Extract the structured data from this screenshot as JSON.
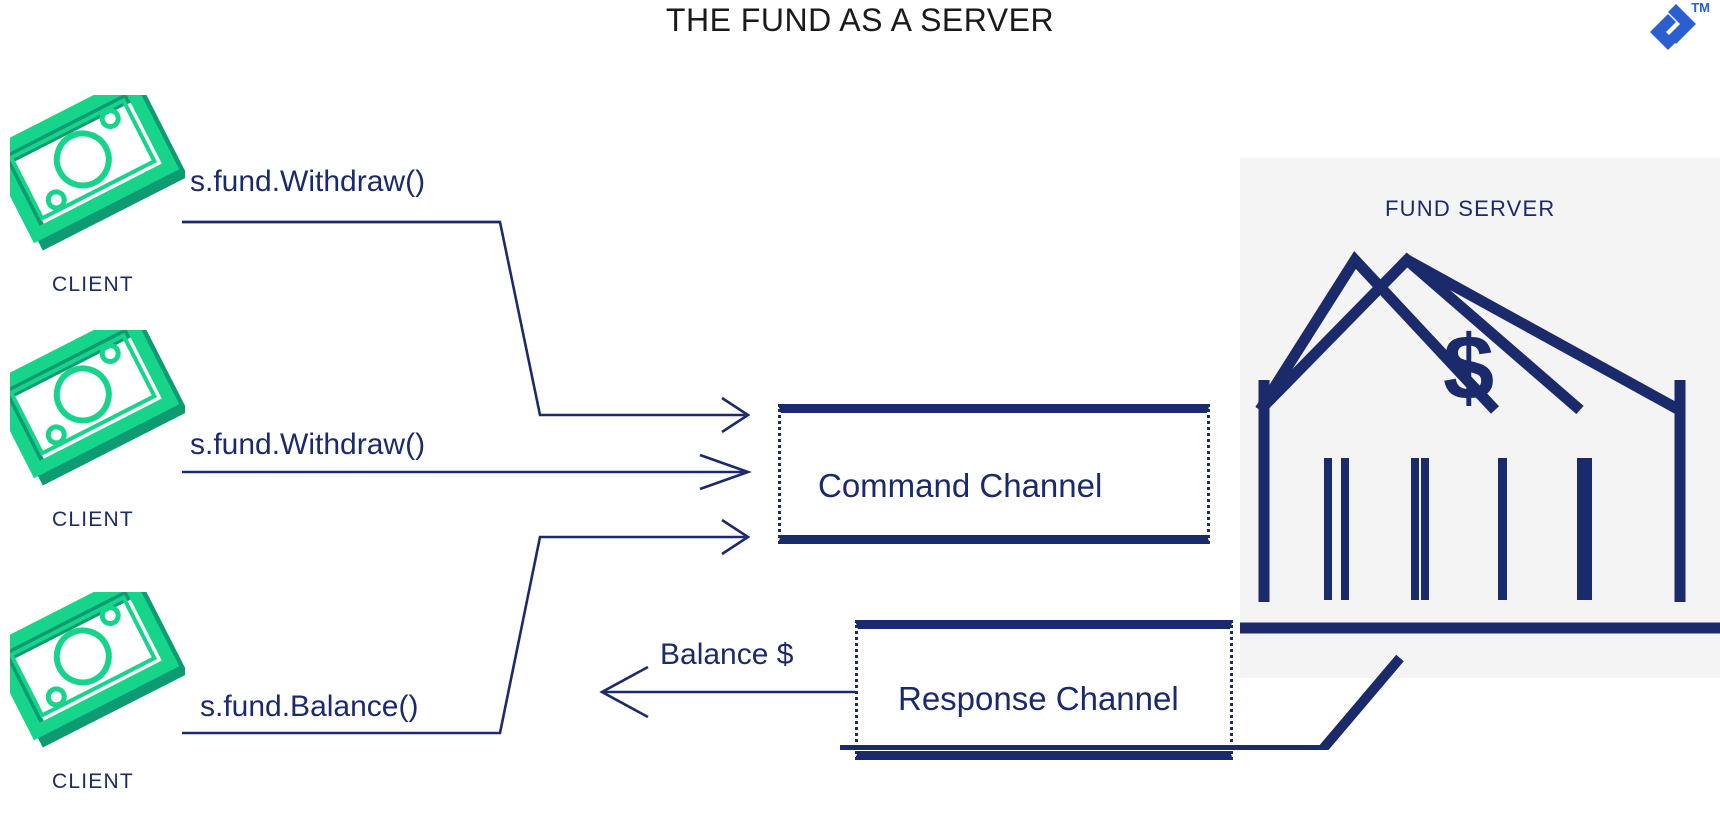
{
  "page": {
    "title": "THE FUND AS A SERVER",
    "background": "#ffffff",
    "navy": "#1b2a6b",
    "green": "#16d58a",
    "green_shadow": "#0e9b72",
    "logo_blue": "#2b5fd0",
    "panel_gray": "#f4f4f4"
  },
  "logo": {
    "trademark": "TM",
    "icon": "zerodha-style-chevron-logo"
  },
  "clients": [
    {
      "label": "CLIENT",
      "call": "s.fund.Withdraw()",
      "icon": "cash-banknote-icon"
    },
    {
      "label": "CLIENT",
      "call": "s.fund.Withdraw()",
      "icon": "cash-banknote-icon"
    },
    {
      "label": "CLIENT",
      "call": "s.fund.Balance()",
      "icon": "cash-banknote-icon"
    }
  ],
  "channels": {
    "command": "Command Channel",
    "response": "Response Channel"
  },
  "response_flow": {
    "label": "Balance $"
  },
  "server": {
    "label": "FUND SERVER",
    "currency_symbol": "$",
    "icon": "bank-building-icon",
    "column_count": 4
  }
}
